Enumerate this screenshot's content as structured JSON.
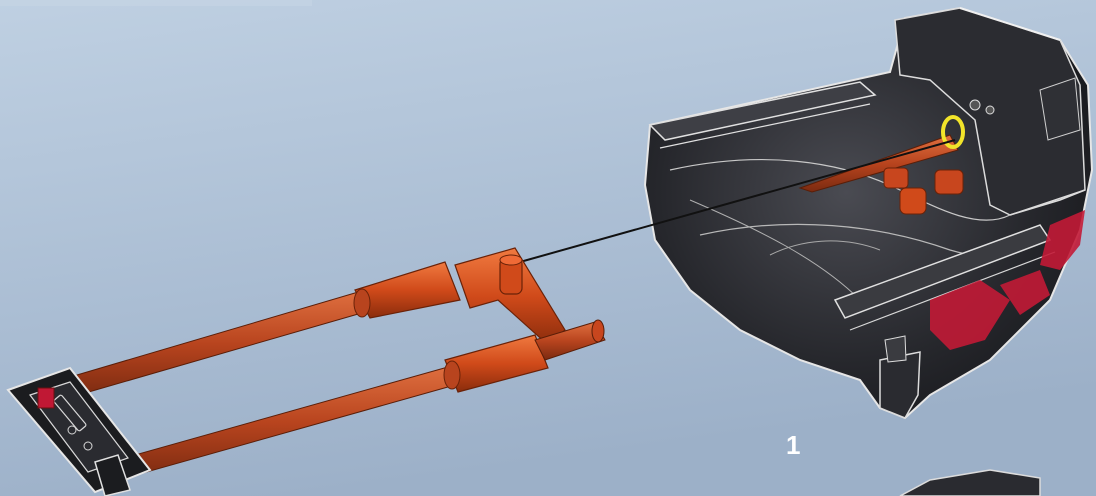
{
  "step": {
    "number": "1"
  },
  "colors": {
    "background_top": "#b9cadd",
    "background_bottom": "#9fb3cb",
    "housing_dark": "#1d1e22",
    "housing_mid": "#3a3b40",
    "housing_edge": "#e8e8e8",
    "part_orange": "#c8461e",
    "part_orange_light": "#ef6a36",
    "accent_red": "#c01834",
    "highlight_yellow": "#f2e42a",
    "callout_line": "#111111"
  },
  "icons": [
    "housing-assembly",
    "handle-frame",
    "end-clamp",
    "pivot-ring"
  ]
}
